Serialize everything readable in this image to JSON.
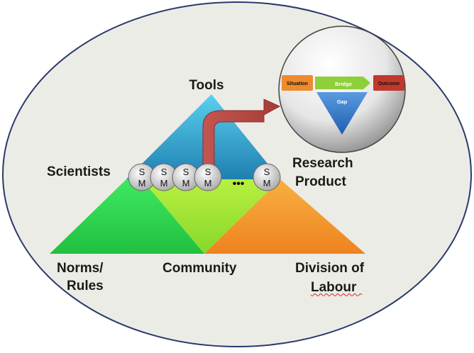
{
  "labels": {
    "tools": "Tools",
    "scientists": "Scientists",
    "research": "Research",
    "product": "Product",
    "norms": "Norms/",
    "rules": "Rules",
    "community": "Community",
    "division": "Division of",
    "labour": "Labour"
  },
  "sm_nodes": [
    {
      "top": "S",
      "bottom": "M"
    },
    {
      "top": "S",
      "bottom": "M"
    },
    {
      "top": "S",
      "bottom": "M"
    },
    {
      "top": "S",
      "bottom": "M"
    },
    {
      "top": "S",
      "bottom": "M"
    }
  ],
  "ellipsis": "•••",
  "inset": {
    "situation": "Situation",
    "bridge": "Bridge",
    "outcome": "Outcome",
    "gap": "Gap"
  },
  "colors": {
    "background_ellipse": "#ecece7",
    "tools_triangle": "#2e9fcf",
    "left_triangle": "#2fd84f",
    "middle_triangle": "#9fe83a",
    "right_triangle": "#f49a2a",
    "arrow": "#b84a45",
    "situation": "#ef8a2e",
    "bridge": "#8fcf3a",
    "outcome": "#c0392b",
    "gap": "#2f6fbf"
  }
}
